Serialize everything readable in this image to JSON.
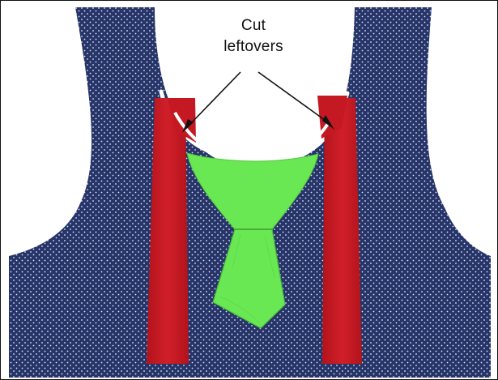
{
  "annotation": {
    "line1": "Cut",
    "line2": "leftovers"
  },
  "colors": {
    "fabric": "#263467",
    "dots": "#dfe6ff",
    "strap": "#c41822",
    "strap_shadow": "#a8121a",
    "tie": "#69e853",
    "tie_stitch": "#3d9e34",
    "background": "#ffffff",
    "arrow": "#111111"
  },
  "icons": {
    "left_arrow": "arrow-to-left-leftover",
    "right_arrow": "arrow-to-right-leftover"
  }
}
